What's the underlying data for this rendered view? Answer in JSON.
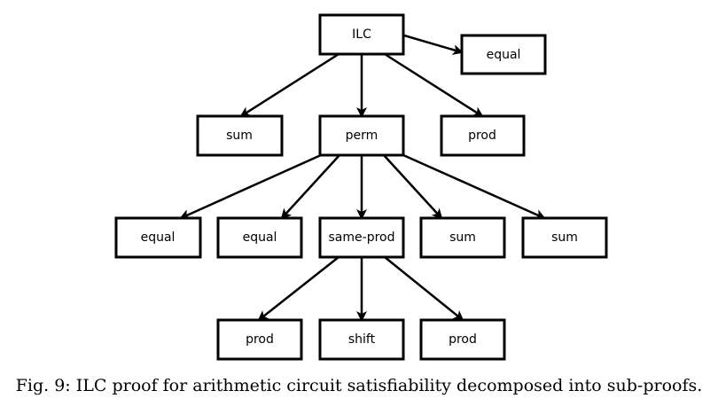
{
  "diagram": {
    "nodes": {
      "ilc": "ILC",
      "equal_top": "equal",
      "sum_left": "sum",
      "perm": "perm",
      "prod_right": "prod",
      "equal_1": "equal",
      "equal_2": "equal",
      "same_prod": "same-prod",
      "sum_1": "sum",
      "sum_2": "sum",
      "prod_1": "prod",
      "shift": "shift",
      "prod_2": "prod"
    }
  },
  "caption": "Fig. 9: ILC proof for arithmetic circuit satisfiability decomposed into sub-proofs."
}
